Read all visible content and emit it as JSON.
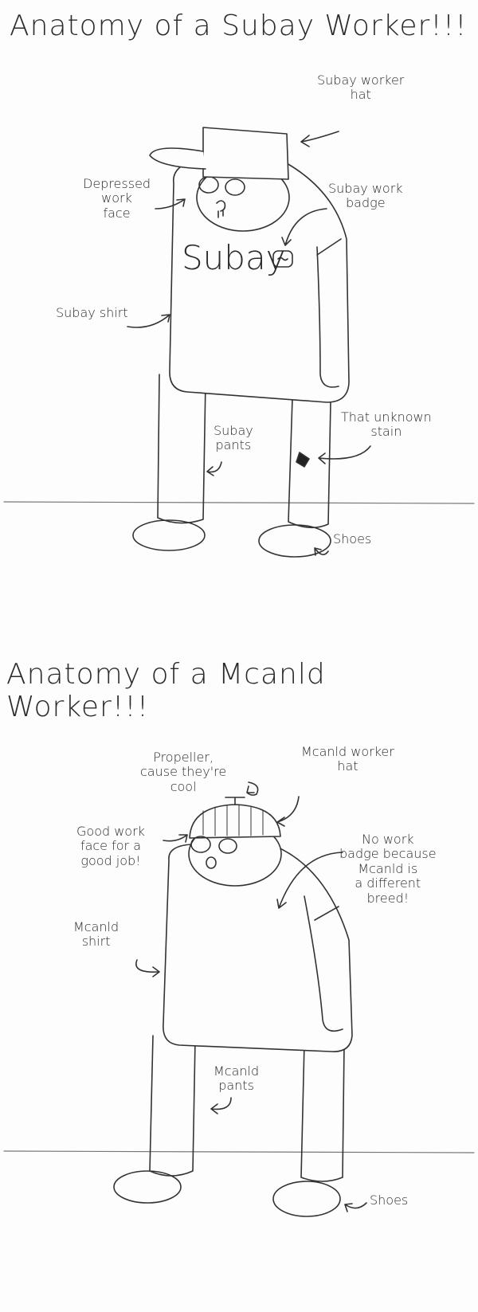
{
  "panel1": {
    "title": "Anatomy of a Subay Worker!!!",
    "shirt_logo": "Subay",
    "labels": {
      "hat": "Subay worker\nhat",
      "face": "Depressed\nwork\nface",
      "badge": "Subay work\nbadge",
      "shirt": "Subay shirt",
      "stain": "That unknown\nstain",
      "pants": "Subay\npants",
      "shoes": "Shoes"
    }
  },
  "panel2": {
    "title": "Anatomy of a Mcanld Worker!!!",
    "labels": {
      "propeller": "Propeller,\ncause they're\ncool",
      "hat": "Mcanld worker\nhat",
      "face": "Good work\nface for a\ngood job!",
      "badge": "No work\nbadge because\nMcanld is\na different\nbreed!",
      "shirt": "Mcanld\nshirt",
      "pants": "Mcanld\npants",
      "shoes": "Shoes"
    }
  }
}
